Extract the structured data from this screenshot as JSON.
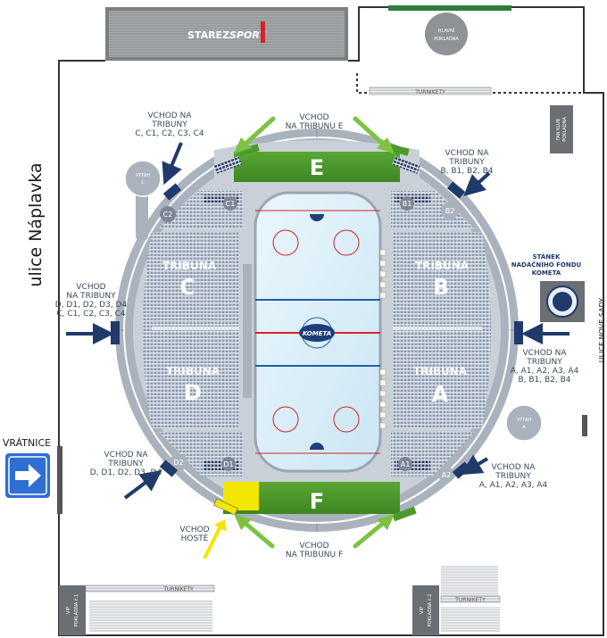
{
  "streets": {
    "left": "ulice Náplavka",
    "right": "ULICE NOVÉ SADY"
  },
  "sponsor": {
    "name_a": "STAREZ",
    "name_b": "SPORT"
  },
  "cashdesk_main": {
    "line1": "HLAVNÍ",
    "line2": "POKLADNA"
  },
  "turnstiles": "TURNIKETY",
  "fanclub": {
    "line1": "FAN KLUB",
    "line2": "POKLADNA"
  },
  "stand_fund": {
    "line1": "STÁNEK",
    "line2": "NADAČNÍHO FONDU",
    "line3": "KOMETA"
  },
  "gatehouse": "VRÁTNICE",
  "vip_left": {
    "line1": "VIP",
    "line2": "POKLADNA č.1"
  },
  "vip_right": {
    "line1": "VIP",
    "line2": "POKLADNA č.2"
  },
  "entrances": {
    "e": {
      "line1": "VCHOD",
      "line2": "NA TRIBUNU E"
    },
    "f": {
      "line1": "VCHOD",
      "line2": "NA TRIBUNU F"
    },
    "nw": {
      "line1": "VCHOD NA",
      "line2": "TRIBUNY",
      "line3": "C, C1, C2, C3, C4"
    },
    "ne": {
      "line1": "VCHOD NA",
      "line2": "TRIBUNY",
      "line3": "B, B1, B2, B4"
    },
    "w": {
      "line1": "VCHOD",
      "line2": "NA TRIBUNY",
      "line3": "D, D1, D2, D3, D4",
      "line4": "C, C1, C2, C3, C4"
    },
    "e_side": {
      "line1": "VCHOD NA",
      "line2": "TRIBUNY",
      "line3": "A, A1, A2, A3, A4",
      "line4": "B, B1, B2, B4"
    },
    "sw": {
      "line1": "VCHOD NA",
      "line2": "TRIBUNY",
      "line3": "D, D1, D2, D3, D4"
    },
    "se": {
      "line1": "VCHOD NA",
      "line2": "TRIBUNY",
      "line3": "A, A1, A2, A3, A4"
    },
    "guests": {
      "line1": "VCHOD",
      "line2": "HOSTÉ"
    }
  },
  "tribunes": {
    "word": "TRIBUNA",
    "a": "A",
    "b": "B",
    "c": "C",
    "d": "D",
    "e": "E",
    "f": "F"
  },
  "sections": {
    "a1": "A1",
    "a2": "A2",
    "b1": "B1",
    "b2": "B2",
    "c1": "C1",
    "c2": "C2",
    "d1": "D1",
    "d2": "D2"
  },
  "elevators": {
    "c": {
      "line1": "VÝTAH",
      "line2": "C"
    },
    "a": {
      "line1": "VÝTAH",
      "line2": "A"
    }
  },
  "rink_logo": "KOMETA",
  "colors": {
    "navy": "#1f3a6b",
    "green_arrow": "#7dc242",
    "yellow_arrow": "#f2e600",
    "grass": "#4d9a2c",
    "seat": "#8a98ae",
    "ice": "#d6ecf7",
    "red_line": "#d6232a",
    "blue_line": "#1c5fa8",
    "arena_grey": "#a8b2bd",
    "gatehouse_blue": "#2e6fd1"
  },
  "icons": [
    "entrance-arrow-icon",
    "guest-arrow-icon",
    "direction-arrow-icon",
    "kometa-logo-icon"
  ]
}
